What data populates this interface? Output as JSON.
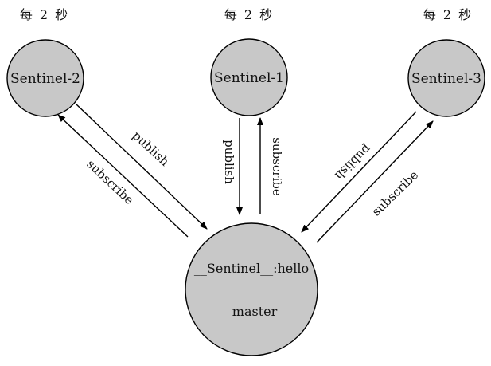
{
  "interval_label": "每 2 秒",
  "nodes": {
    "sentinel_1": "Sentinel-1",
    "sentinel_2": "Sentinel-2",
    "sentinel_3": "Sentinel-3",
    "master_channel": "__Sentinel__:hello",
    "master": "master"
  },
  "edges": {
    "publish": "publish",
    "subscribe": "subscribe"
  },
  "colors": {
    "node_fill": "#c8c8c8",
    "stroke": "#000000"
  }
}
